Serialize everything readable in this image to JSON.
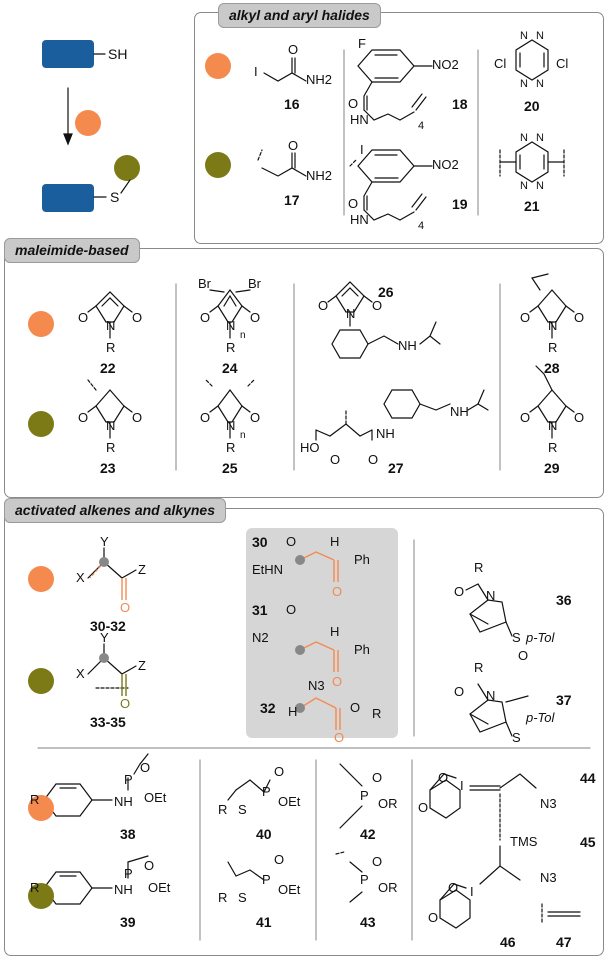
{
  "colors": {
    "orange": "#f48a4e",
    "olive": "#7b7a17",
    "blue": "#1b5e9e",
    "accent": "#f48a4e"
  },
  "scheme": {
    "sh_label": "SH",
    "s_label": "S"
  },
  "sections": {
    "alkyl": {
      "title": "alkyl and aryl halides"
    },
    "maleimide": {
      "title": "maleimide-based"
    },
    "activated": {
      "title": "activated alkenes and alkynes"
    }
  },
  "atoms": {
    "I": "I",
    "O": "O",
    "NH2": "NH2",
    "F": "F",
    "NO2": "NO2",
    "HN": "HN",
    "N": "N",
    "Cl": "Cl",
    "Br": "Br",
    "R": "R",
    "n": "n",
    "HO": "HO",
    "NH": "NH",
    "X": "X",
    "Y": "Y",
    "Z": "Z",
    "H": "H",
    "Ph": "Ph",
    "EtHN": "EtHN",
    "N2": "N2",
    "N3": "N3",
    "pTol": "p-Tol",
    "P": "P",
    "OEt": "OEt",
    "OR": "OR",
    "S": "S",
    "TMS": "TMS",
    "four": "4"
  },
  "compounds": {
    "c16": "16",
    "c17": "17",
    "c18": "18",
    "c19": "19",
    "c20": "20",
    "c21": "21",
    "c22": "22",
    "c23": "23",
    "c24": "24",
    "c25": "25",
    "c26": "26",
    "c27": "27",
    "c28": "28",
    "c29": "29",
    "c30_32": "30-32",
    "c33_35": "33-35",
    "c30": "30",
    "c31": "31",
    "c32": "32",
    "c36": "36",
    "c37": "37",
    "c38": "38",
    "c39": "39",
    "c40": "40",
    "c41": "41",
    "c42": "42",
    "c43": "43",
    "c44": "44",
    "c45": "45",
    "c46": "46",
    "c47": "47"
  }
}
